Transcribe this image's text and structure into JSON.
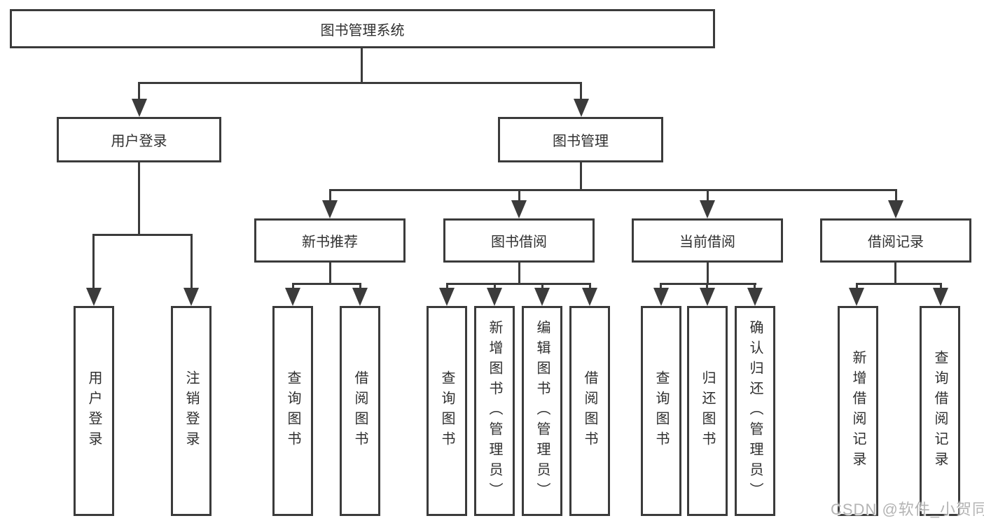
{
  "tree": {
    "label": "图书管理系统",
    "children": [
      {
        "label": "用户登录",
        "children": [
          {
            "label": "用户登录"
          },
          {
            "label": "注销登录"
          }
        ]
      },
      {
        "label": "图书管理",
        "children": [
          {
            "label": "新书推荐",
            "children": [
              {
                "label": "查询图书"
              },
              {
                "label": "借阅图书"
              }
            ]
          },
          {
            "label": "图书借阅",
            "children": [
              {
                "label": "查询图书"
              },
              {
                "label": "新增图书（管理员）"
              },
              {
                "label": "编辑图书（管理员）"
              },
              {
                "label": "借阅图书"
              }
            ]
          },
          {
            "label": "当前借阅",
            "children": [
              {
                "label": "查询图书"
              },
              {
                "label": "归还图书"
              },
              {
                "label": "确认归还（管理员）"
              }
            ]
          },
          {
            "label": "借阅记录",
            "children": [
              {
                "label": "新增借阅记录"
              },
              {
                "label": "查询借阅记录"
              }
            ]
          }
        ]
      }
    ]
  },
  "watermark": {
    "text": "CSDN @软件_小贺同学"
  },
  "colors": {
    "line": "#3b3b3b",
    "text": "#2f2f2f",
    "watermark": "#b4b4b4",
    "background": "#ffffff"
  }
}
